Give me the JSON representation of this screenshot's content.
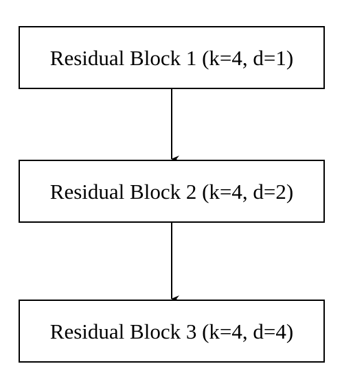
{
  "diagram": {
    "blocks": [
      {
        "label": "Residual Block 1 (k=4, d=1)"
      },
      {
        "label": "Residual Block 2 (k=4, d=2)"
      },
      {
        "label": "Residual Block 3 (k=4, d=4)"
      }
    ],
    "colors": {
      "stroke": "#000000",
      "background": "#ffffff"
    }
  }
}
